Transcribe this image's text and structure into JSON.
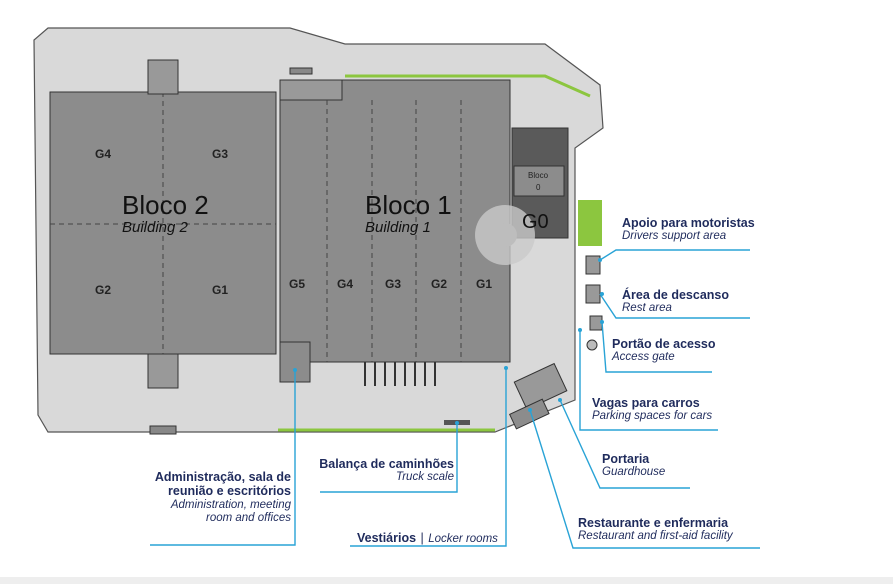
{
  "map": {
    "bloco2": {
      "name": "Bloco 2",
      "en": "Building 2",
      "docks": [
        "G4",
        "G3",
        "G2",
        "G1"
      ]
    },
    "bloco1": {
      "name": "Bloco 1",
      "en": "Building 1",
      "docks": [
        "G5",
        "G4",
        "G3",
        "G2",
        "G1"
      ]
    },
    "bloco0": {
      "name": "Bloco",
      "num": "0",
      "dock": "G0"
    }
  },
  "legend": {
    "drivers_support": {
      "pt": "Apoio para motoristas",
      "en": "Drivers support area"
    },
    "rest_area": {
      "pt": "Área de descanso",
      "en": "Rest area"
    },
    "access_gate": {
      "pt": "Portão de acesso",
      "en": "Access gate"
    },
    "car_parking": {
      "pt": "Vagas para carros",
      "en": "Parking spaces for cars"
    },
    "guardhouse": {
      "pt": "Portaria",
      "en": "Guardhouse"
    },
    "restaurant": {
      "pt": "Restaurante e enfermaria",
      "en": "Restaurant and first-aid facility"
    },
    "locker_rooms": {
      "pt": "Vestiários",
      "sep": "|",
      "en": "Locker rooms"
    },
    "truck_scale": {
      "pt": "Balança de caminhões",
      "en": "Truck scale"
    },
    "administration": {
      "pt1": "Administração, sala de",
      "pt2": "reunião e escritórios",
      "en1": "Administration, meeting",
      "en2": "room and offices"
    }
  },
  "colors": {
    "site": "#d9d9d9",
    "building": "#8c8c8c",
    "green": "#8cc63f",
    "callout_line": "#29a3d6",
    "text": "#1f2b5c"
  }
}
